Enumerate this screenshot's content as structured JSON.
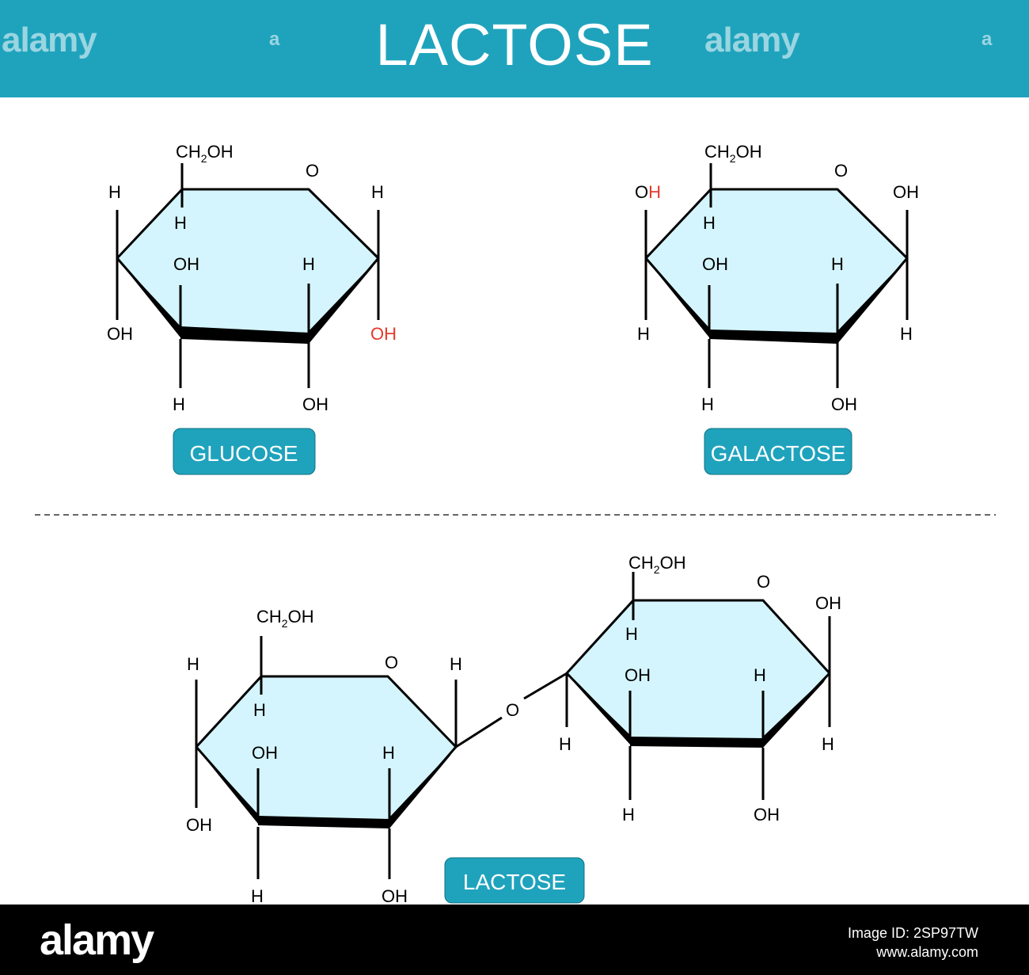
{
  "header": {
    "title": "LACTOSE",
    "watermark": "alamy",
    "watermark_mark": "a"
  },
  "glucose": {
    "ch2oh": "CH",
    "sub": "2",
    "ch2oh_tail": "OH",
    "ring_o": "O",
    "h_left": "H",
    "h_c5": "H",
    "h_right": "H",
    "oh_c3": "OH",
    "h_c2": "H",
    "oh_c4": "OH",
    "oh_anomeric": "OH",
    "h_c3_down": "H",
    "oh_c2_down": "OH",
    "name": "GLUCOSE"
  },
  "galactose": {
    "ch2oh": "CH",
    "sub": "2",
    "ch2oh_tail": "OH",
    "ring_o": "O",
    "oh_c4_o": "O",
    "oh_c4_h": "H",
    "h_c5": "H",
    "oh_right": "OH",
    "oh_c3": "OH",
    "h_c2": "H",
    "h_left_down": "H",
    "h_right_down": "H",
    "h_c3_down": "H",
    "oh_c2_down": "OH",
    "name": "GALACTOSE"
  },
  "lactose": {
    "left": {
      "ch2oh": "CH",
      "sub": "2",
      "ch2oh_tail": "OH",
      "ring_o": "O",
      "h_left": "H",
      "h_c5": "H",
      "h_c1": "H",
      "oh_c3": "OH",
      "h_c2": "H",
      "oh_left_down": "OH",
      "h_c3_down": "H",
      "oh_c2_down": "OH"
    },
    "bridge_o": "O",
    "right": {
      "ch2oh": "CH",
      "sub": "2",
      "ch2oh_tail": "OH",
      "ring_o": "O",
      "oh_right": "OH",
      "h_c5": "H",
      "h_c4_down": "H",
      "oh_c3": "OH",
      "h_c2": "H",
      "h_right_down": "H",
      "h_c3_down": "H",
      "oh_c2_down": "OH"
    },
    "name": "LACTOSE"
  },
  "footer": {
    "logo": "alamy",
    "image_id_label": "Image ID: 2SP97TW",
    "site": "www.alamy.com"
  },
  "colors": {
    "header_bg": "#1fa3bd",
    "ring_fill": "#d4f5fd",
    "pill_bg": "#1fa3bd",
    "highlight_red": "#e53a2c",
    "footer_bg": "#000000"
  }
}
